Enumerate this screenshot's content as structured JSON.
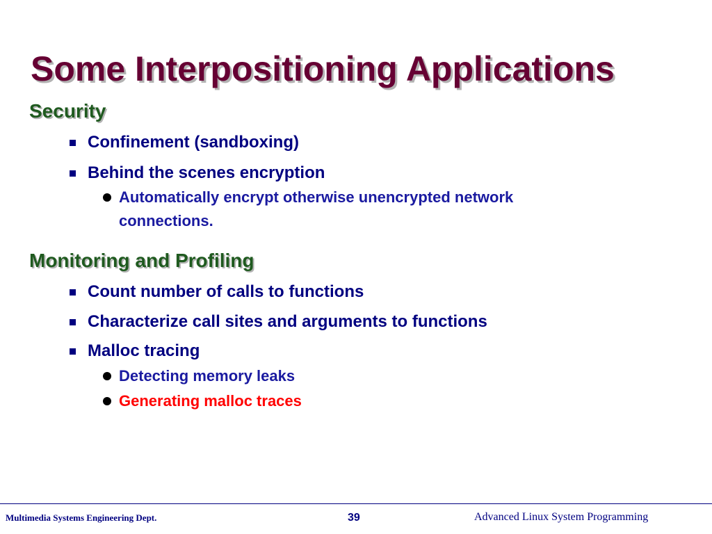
{
  "slide": {
    "title": "Some Interpositioning Applications",
    "sections": [
      {
        "heading": "Security",
        "items": [
          {
            "text": "Confinement (sandboxing)"
          },
          {
            "text": "Behind the scenes encryption",
            "subitems": [
              {
                "line1": "Automatically encrypt otherwise unencrypted network",
                "line2": "connections."
              }
            ]
          }
        ]
      },
      {
        "heading": "Monitoring and Profiling",
        "items": [
          {
            "text": "Count number of calls to functions"
          },
          {
            "text": "Characterize call sites and arguments to functions"
          },
          {
            "text": "Malloc tracing",
            "subitems": [
              {
                "text": "Detecting memory leaks"
              },
              {
                "text": "Generating malloc traces",
                "color": "#ff0000"
              }
            ]
          }
        ]
      }
    ]
  },
  "footer": {
    "left": "Multimedia Systems Engineering Dept.",
    "page_number": "39",
    "right": "Advanced Linux System Programming"
  },
  "colors": {
    "title": "#660033",
    "heading": "#1f5a1f",
    "body": "#000080",
    "highlight": "#ff0000"
  }
}
